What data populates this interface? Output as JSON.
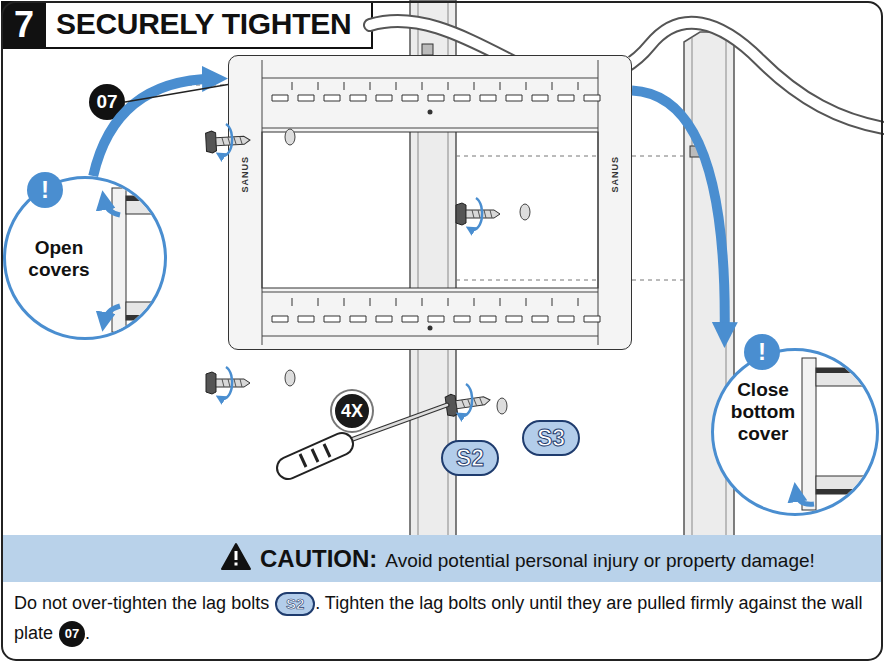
{
  "diagram": {
    "title": "SECURELY TIGHTEN",
    "nodes": [
      {
        "text": [
          "07"
        ]
      },
      {
        "text": [
          "SANUS",
          "SANUS"
        ]
      },
      {
        "text": [
          "Open covers"
        ]
      },
      {
        "text": [
          "!"
        ],
        "in": 2
      },
      {
        "text": [
          "Close bottom cover"
        ]
      },
      {
        "text": [
          "!"
        ],
        "in": 4
      },
      {
        "text": [
          "4X"
        ]
      },
      {
        "text": [
          "S2"
        ]
      },
      {
        "text": [
          "S3"
        ]
      },
      {
        "text": [
          "CAUTION:",
          "Avoid potential personal injury or property damage!"
        ]
      },
      {
        "text": [
          "S2"
        ]
      },
      {
        "text": [
          "07"
        ]
      }
    ],
    "edges": [
      {
        "from": 2,
        "to": 1,
        "arrow": "to"
      },
      {
        "from": 1,
        "to": 4,
        "arrow": "to"
      },
      {
        "from": 0,
        "to": 1,
        "arrow": "none"
      }
    ],
    "labels": [
      "7",
      "Do not over-tighten the lag bolts",
      ". Tighten the lag bolts only until they are pulled firmly against the wall plate",
      "."
    ]
  }
}
